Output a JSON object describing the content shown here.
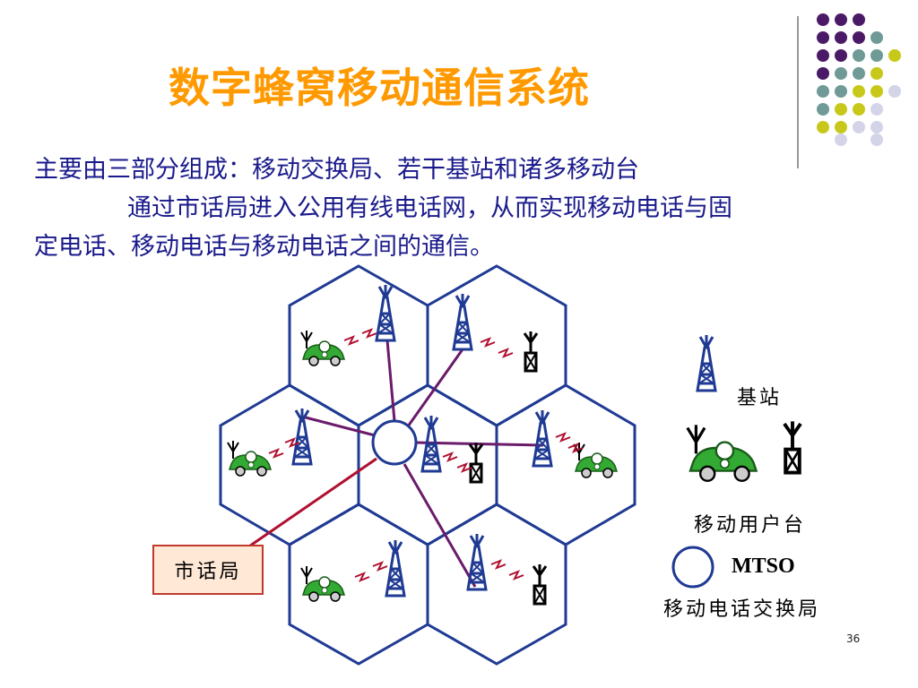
{
  "slide": {
    "title": "数字蜂窝移动通信系统",
    "line1": "主要由三部分组成：移动交换局、若干基站和诸多移动台",
    "line2": "通过市话局进入公用有线电话网，从而实现移动电话与固",
    "line3": "定电话、移动电话与移动电话之间的通信。",
    "page_number": "36"
  },
  "diagram": {
    "exchange_label": "市话局",
    "legend": {
      "base_station": "基站",
      "mobile_unit": "移动用户台",
      "mtso": "MTSO",
      "mtso_cn": "移动电话交换局"
    }
  },
  "colors": {
    "title": "#ff9900",
    "text": "#1a1a8c",
    "hex": "#1f3a93",
    "trunk": "#6a1b6a",
    "radio": "#b01030",
    "car": "#33aa33"
  }
}
